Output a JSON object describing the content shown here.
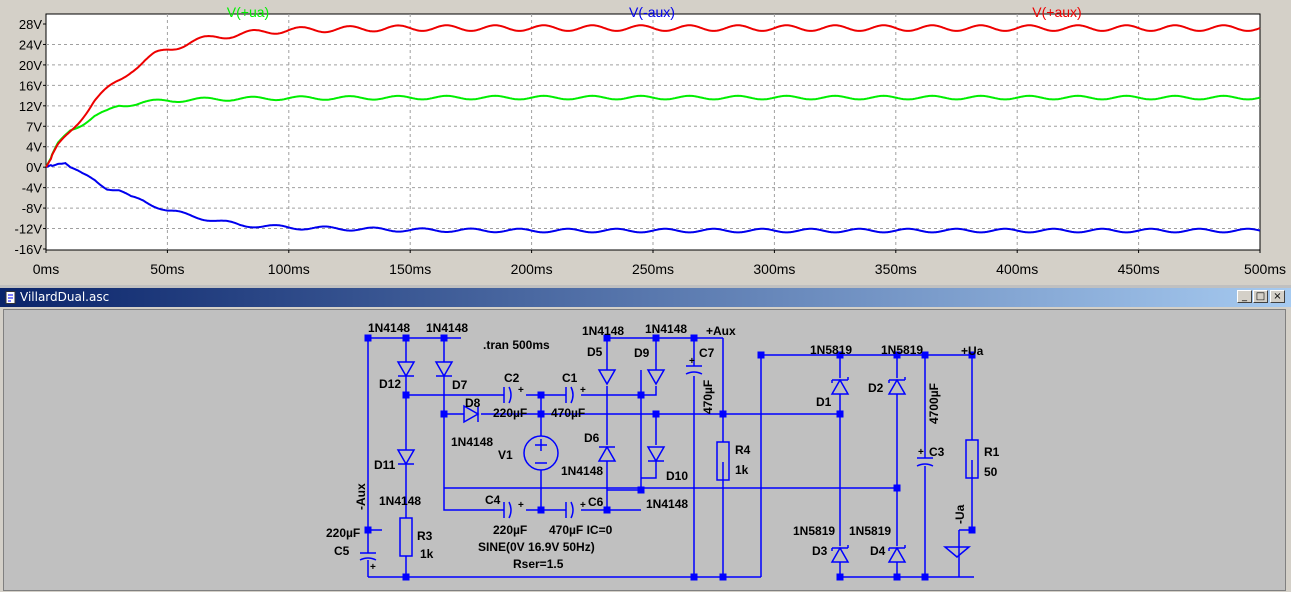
{
  "plot": {
    "background": "#ffffff",
    "trace_labels": [
      {
        "text": "V(+ua)",
        "color": "#00ee00"
      },
      {
        "text": "V(-aux)",
        "color": "#0000ee"
      },
      {
        "text": "V(+aux)",
        "color": "#ee0000"
      }
    ],
    "y_ticks": [
      "28V",
      "24V",
      "20V",
      "16V",
      "12V",
      "7V",
      "4V",
      "0V",
      "-4V",
      "-8V",
      "-12V",
      "-16V"
    ],
    "x_ticks": [
      "0ms",
      "50ms",
      "100ms",
      "150ms",
      "200ms",
      "250ms",
      "300ms",
      "350ms",
      "400ms",
      "450ms",
      "500ms"
    ]
  },
  "chart_data": {
    "type": "line",
    "xlabel": "",
    "ylabel": "",
    "x_unit": "ms",
    "y_unit": "V",
    "xlim": [
      0,
      500
    ],
    "ylim": [
      -16,
      28
    ],
    "grid": true,
    "legend": "top",
    "series": [
      {
        "name": "V(+ua)",
        "color": "#00ee00",
        "x": [
          0,
          5,
          10,
          15,
          20,
          25,
          30,
          40,
          50,
          60,
          80,
          100,
          150,
          200,
          250,
          300,
          350,
          400,
          450,
          500
        ],
        "y": [
          0,
          4.5,
          7.2,
          8.5,
          10,
          10.8,
          12,
          12.7,
          13,
          13.2,
          13.4,
          13.5,
          13.6,
          13.6,
          13.6,
          13.6,
          13.6,
          13.6,
          13.6,
          13.6
        ]
      },
      {
        "name": "V(-aux)",
        "color": "#0000ee",
        "x": [
          0,
          5,
          8,
          10,
          15,
          20,
          25,
          30,
          35,
          40,
          50,
          60,
          70,
          80,
          100,
          150,
          200,
          250,
          300,
          350,
          400,
          450,
          500
        ],
        "y": [
          0,
          1,
          1,
          0,
          -1.5,
          -2.5,
          -4,
          -4.5,
          -6,
          -6.5,
          -8.5,
          -9.5,
          -10.5,
          -11.3,
          -11.8,
          -12.3,
          -12.4,
          -12.4,
          -12.4,
          -12.4,
          -12.4,
          -12.4,
          -12.4
        ]
      },
      {
        "name": "V(+aux)",
        "color": "#ee0000",
        "x": [
          0,
          5,
          10,
          15,
          20,
          25,
          30,
          35,
          40,
          45,
          50,
          60,
          70,
          80,
          90,
          100,
          120,
          150,
          200,
          250,
          300,
          350,
          400,
          450,
          500
        ],
        "y": [
          0,
          4,
          7,
          10,
          13,
          15,
          17,
          19,
          20.5,
          22,
          23,
          24.5,
          25.5,
          26,
          26.5,
          26.8,
          27,
          27.2,
          27.2,
          27.2,
          27.2,
          27.2,
          27.2,
          27.2,
          27.2
        ]
      }
    ]
  },
  "window": {
    "title": "VillardDual.asc",
    "minimize": "_",
    "maximize": "□",
    "close": "×"
  },
  "schematic": {
    "colors": {
      "wire": "#0000ff",
      "node": "#0000ff",
      "text": "#000000",
      "background": "#c0c0c0"
    },
    "texts": [
      {
        "id": "t-1n4148-d12",
        "text": "1N4148"
      },
      {
        "id": "t-1n4148-d7",
        "text": "1N4148"
      },
      {
        "id": "t-tran",
        "text": ".tran 500ms"
      },
      {
        "id": "t-d12",
        "text": "D12"
      },
      {
        "id": "t-d7",
        "text": "D7"
      },
      {
        "id": "t-c2",
        "text": "C2"
      },
      {
        "id": "t-c1",
        "text": "C1"
      },
      {
        "id": "t-c2v",
        "text": "220µF"
      },
      {
        "id": "t-c1v",
        "text": "470µF"
      },
      {
        "id": "t-d8",
        "text": "D8"
      },
      {
        "id": "t-1n4148-d8",
        "text": "1N4148"
      },
      {
        "id": "t-v1",
        "text": "V1"
      },
      {
        "id": "t-d11",
        "text": "D11"
      },
      {
        "id": "t-aux-neg",
        "text": "-Aux"
      },
      {
        "id": "t-1n4148-d11",
        "text": "1N4148"
      },
      {
        "id": "t-c4",
        "text": "C4"
      },
      {
        "id": "t-c6",
        "text": "C6"
      },
      {
        "id": "t-1n4148-d10",
        "text": "1N4148"
      },
      {
        "id": "t-c5v",
        "text": "220µF"
      },
      {
        "id": "t-c5",
        "text": "C5"
      },
      {
        "id": "t-r3",
        "text": "R3"
      },
      {
        "id": "t-r3v",
        "text": "1k"
      },
      {
        "id": "t-c4v",
        "text": "220µF"
      },
      {
        "id": "t-c6v",
        "text": "470µF IC=0"
      },
      {
        "id": "t-sine",
        "text": "SINE(0V 16.9V 50Hz)"
      },
      {
        "id": "t-rser",
        "text": "Rser=1.5"
      },
      {
        "id": "t-1n4148-d5",
        "text": "1N4148"
      },
      {
        "id": "t-1n4148-d9",
        "text": "1N4148"
      },
      {
        "id": "t-aux-pos",
        "text": "+Aux"
      },
      {
        "id": "t-d5",
        "text": "D5"
      },
      {
        "id": "t-d9",
        "text": "D9"
      },
      {
        "id": "t-c7",
        "text": "C7"
      },
      {
        "id": "t-c7v",
        "text": "470µF"
      },
      {
        "id": "t-d6",
        "text": "D6"
      },
      {
        "id": "t-1n4148-d6",
        "text": "1N4148"
      },
      {
        "id": "t-d10",
        "text": "D10"
      },
      {
        "id": "t-r4",
        "text": "R4"
      },
      {
        "id": "t-r4v",
        "text": "1k"
      },
      {
        "id": "t-1n5819-d1",
        "text": "1N5819"
      },
      {
        "id": "t-1n5819-d2",
        "text": "1N5819"
      },
      {
        "id": "t-ua-pos",
        "text": "+Ua"
      },
      {
        "id": "t-d1",
        "text": "D1"
      },
      {
        "id": "t-d2",
        "text": "D2"
      },
      {
        "id": "t-c3v",
        "text": "4700µF"
      },
      {
        "id": "t-c3",
        "text": "C3"
      },
      {
        "id": "t-r1",
        "text": "R1"
      },
      {
        "id": "t-r1v",
        "text": "50"
      },
      {
        "id": "t-ua-neg",
        "text": "-Ua"
      },
      {
        "id": "t-1n5819-d3",
        "text": "1N5819"
      },
      {
        "id": "t-1n5819-d4",
        "text": "1N5819"
      },
      {
        "id": "t-d3",
        "text": "D3"
      },
      {
        "id": "t-d4",
        "text": "D4"
      }
    ]
  }
}
